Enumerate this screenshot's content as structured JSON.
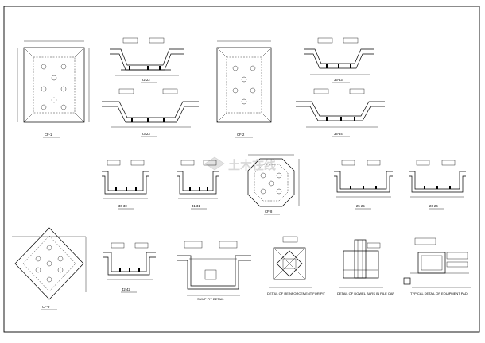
{
  "drawing": {
    "plans": {
      "cf_1": "CF-1",
      "cf_2": "CF-2",
      "cf_8": "CF-8",
      "cf_9": "CF-9"
    },
    "sections": {
      "s22": "22-22",
      "s23": "23-23",
      "s25": "25-25",
      "s26": "26-26",
      "s30": "30-30",
      "s31": "31-31",
      "s33": "33-33",
      "s34": "34-34",
      "s42": "42-42"
    },
    "details": {
      "sump_pit": "SUMP PIT DETAIL",
      "reinforcement": "DETAIL OF REINFORCEMENT FOR PIT",
      "dowel_bars": "DETAIL OF DOWEL BARS IN PILE CAP",
      "equipment_pad": "TYPICAL DETAIL OF EQUIPMENT PAD"
    },
    "watermark": "土木在线"
  }
}
